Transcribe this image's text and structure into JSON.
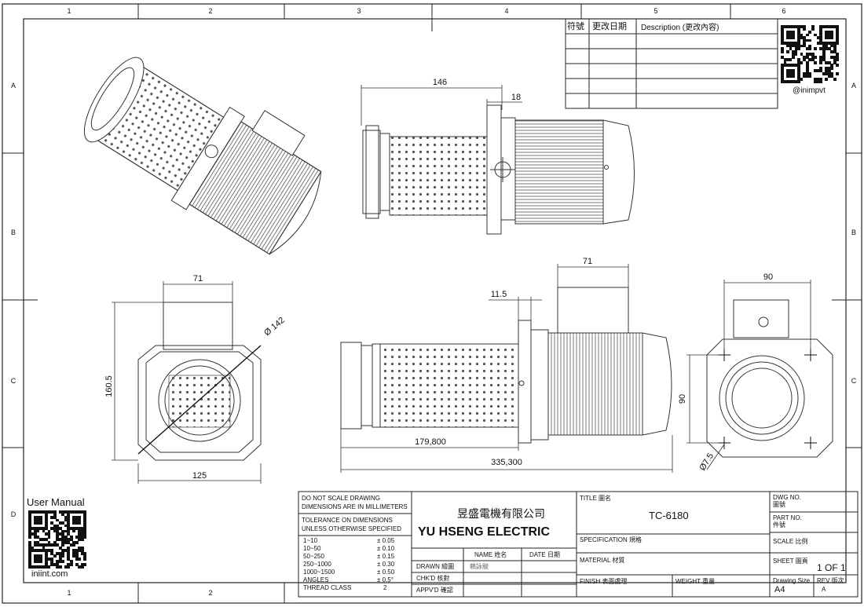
{
  "border": {
    "cols": [
      "1",
      "2",
      "3",
      "4",
      "5",
      "6"
    ],
    "cols_bottom": [
      "1",
      "2"
    ],
    "rows": [
      "A",
      "B",
      "C",
      "D"
    ]
  },
  "revision_table": {
    "symbol": "符號",
    "date": "更改日期",
    "description": "Description (更改內容)"
  },
  "qr_top_caption": "@inimpvt",
  "user_manual": {
    "label": "User Manual",
    "site": "iniint.com"
  },
  "dimensions": {
    "top_overall": "146",
    "top_flange": "18",
    "front_width": "71",
    "front_diameter": "Ø 142",
    "front_height": "160.5",
    "front_base": "125",
    "side_flange": "11.5",
    "side_top": "71",
    "side_immersion": "179,800",
    "side_overall": "335,300",
    "end_width": "90",
    "end_height": "90",
    "end_hole": "Ø7.5"
  },
  "title_block": {
    "notes": [
      "DO NOT SCALE DRAWING",
      "DIMENSIONS ARE IN MILLIMETERS"
    ],
    "tolerance_title": [
      "TOLERANCE ON DIMENSIONS",
      "UNLESS OTHERWISE SPECIFIED"
    ],
    "tolerances": [
      {
        "range": "1~10",
        "value": "± 0.05"
      },
      {
        "range": "10~50",
        "value": "± 0.10"
      },
      {
        "range": "50~250",
        "value": "± 0.15"
      },
      {
        "range": "250~1000",
        "value": "± 0.30"
      },
      {
        "range": "1000~1500",
        "value": "± 0.50"
      },
      {
        "range": "ANGLES",
        "value": "± 0.5°"
      },
      {
        "range": "THREAD CLASS",
        "value": "2"
      }
    ],
    "company_cn": "昱盛電機有限公司",
    "company_en": "YU HSENG ELECTRIC",
    "name_label": "NAME  姓名",
    "date_label": "DATE  日期",
    "drawn_label": "DRAWN  繪圖",
    "drawn_name": "賴詠駿",
    "checked_label": "CHK'D  核對",
    "approved_label": "APPV'D  確認",
    "title_label": "TITLE  圖名",
    "title_value": "TC-6180",
    "spec_label": "SPECIFICATION  規格",
    "material_label": "MATERIAL  材質",
    "finish_label": "FINISH  表面處理",
    "weight_label": "WEIGHT  重量",
    "dwg_label": [
      "DWG NO.",
      "圖號"
    ],
    "part_label": [
      "PART NO.",
      "件號"
    ],
    "scale_label": "SCALE  比例",
    "sheet_label": "SHEET  圖頁",
    "sheet_value": "1 OF 1",
    "size_label": "Drawing Size",
    "size_value": "A4",
    "rev_label": "REV  版次",
    "rev_value": "A"
  }
}
